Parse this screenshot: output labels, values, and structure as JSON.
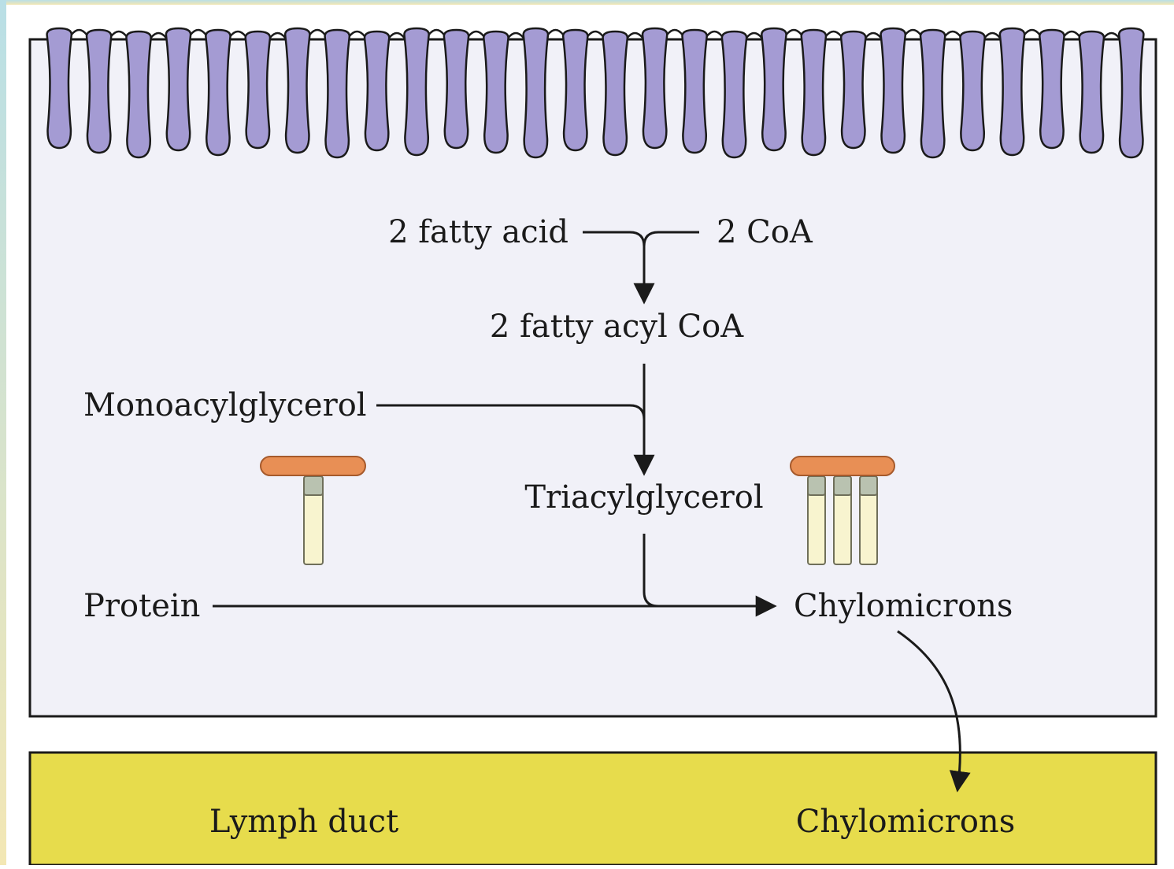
{
  "colors": {
    "frame_gradient_top": "#b9dfe6",
    "frame_gradient_bottom": "#f3e7b4",
    "cell_fill": "#f1f1f8",
    "microvilli_fill": "#a49bd3",
    "lymph_fill": "#e7dc4c",
    "protein_cap": "#e88f55",
    "protein_neck": "#b9c2b0",
    "protein_stem": "#f8f4cf",
    "outline": "#1a1a1a"
  },
  "labels": {
    "fatty_acid": "2 fatty acid",
    "coa": "2 CoA",
    "fatty_acyl_coa": "2 fatty acyl CoA",
    "monoacylglycerol": "Monoacylglycerol",
    "triacylglycerol": "Triacylglycerol",
    "protein": "Protein",
    "chylomicrons_cell": "Chylomicrons",
    "lymph_duct": "Lymph duct",
    "chylomicrons_lymph": "Chylomicrons"
  },
  "icons": {
    "protein_single": "protein-icon",
    "chylomicron": "chylomicron-icon",
    "microvilli": "microvilli"
  }
}
